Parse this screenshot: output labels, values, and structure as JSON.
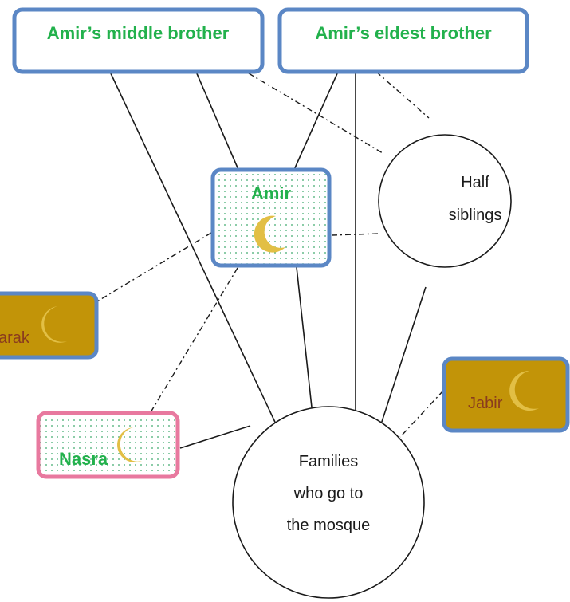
{
  "colors": {
    "blue_border": "#5b87c5",
    "pink_border": "#e8799f",
    "green_text": "#22b14c",
    "gold_fill": "#c29408",
    "brown_text": "#8a3b1e",
    "crescent": "#e2bf45",
    "dot": "#39a86a"
  },
  "icons": {
    "crescent": "crescent-moon-icon"
  },
  "nodes": {
    "middle_brother": {
      "label": "Amir’s middle brother"
    },
    "eldest_brother": {
      "label": "Amir’s eldest brother"
    },
    "amir": {
      "label": "Amir"
    },
    "half_siblings": {
      "line1": "Half",
      "line2": "siblings"
    },
    "barak": {
      "label": "arak"
    },
    "jabir": {
      "label": "Jabir"
    },
    "nasra": {
      "label": "Nasra"
    },
    "families": {
      "line1": "Families",
      "line2": "who go to",
      "line3": "the mosque"
    }
  }
}
